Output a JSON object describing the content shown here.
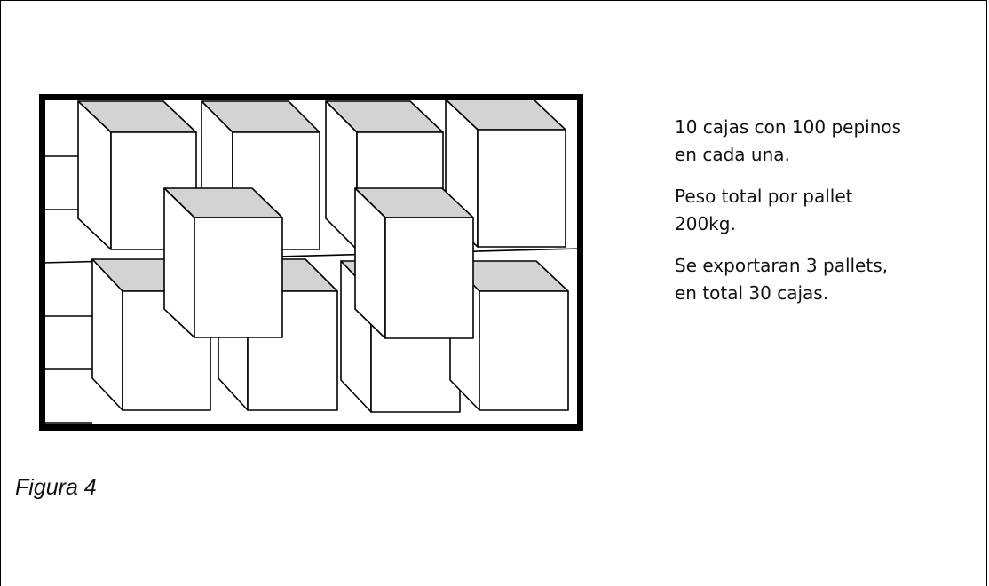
{
  "figure": {
    "caption": "Figura 4",
    "box_top_color": "#d3d3d3",
    "box_side_color": "#ffffff",
    "outline_color": "#000000"
  },
  "info": {
    "line_1": "10 cajas con 100 pepinos",
    "line_2": "en cada una.",
    "line_3": "Peso total por pallet",
    "line_4": "200kg.",
    "line_5": "Se exportaran 3 pallets,",
    "line_6": "en total 30 cajas."
  }
}
